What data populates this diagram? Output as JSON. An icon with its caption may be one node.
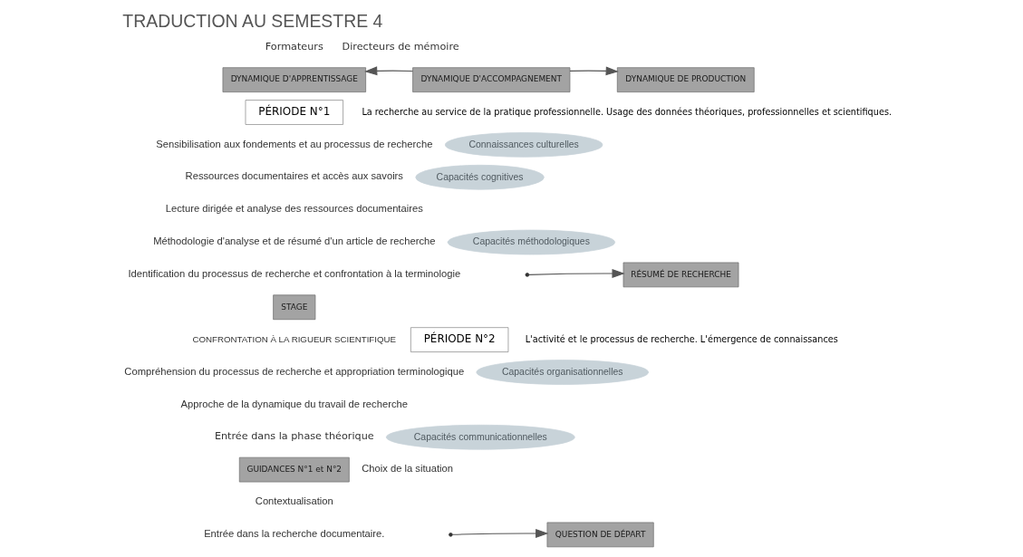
{
  "diagram": {
    "title": "TRADUCTION AU SEMESTRE 4",
    "nodes": [
      {
        "text": [
          "DYNAMIQUE D'APPRENTISSAGE"
        ]
      },
      {
        "text": [
          "DYNAMIQUE D'ACCOMPAGNEMENT"
        ]
      },
      {
        "text": [
          "DYNAMIQUE DE PRODUCTION"
        ]
      },
      {
        "text": [
          "PÉRIODE N°1"
        ],
        "beside": [
          "La recherche au service de la pratique professionnelle. Usage des données théoriques, professionnelles et scientifiques."
        ]
      },
      {
        "text": [
          "Connaissances culturelles"
        ]
      },
      {
        "text": [
          "Capacités cognitives"
        ]
      },
      {
        "text": [
          "Capacités méthodologiques"
        ]
      },
      {
        "text": [
          "RÉSUMÉ DE RECHERCHE"
        ]
      },
      {
        "text": [
          "STAGE"
        ]
      },
      {
        "text": [
          "PÉRIODE N°2"
        ],
        "beside": [
          "L'activité et le processus de recherche. L'émergence de connaissances"
        ]
      },
      {
        "text": [
          "Capacités organisationnelles"
        ]
      },
      {
        "text": [
          "Capacités communicationnelles"
        ]
      },
      {
        "text": [
          "GUIDANCES N°1 et N°2"
        ]
      },
      {
        "text": [
          "QUESTION DE DÉPART"
        ]
      }
    ],
    "edges": [
      {
        "from": 1,
        "to": 0,
        "arrow": "to"
      },
      {
        "from": 1,
        "to": 2,
        "arrow": "to"
      },
      {
        "from": null,
        "to": 7,
        "arrow": "to"
      },
      {
        "from": null,
        "to": 13,
        "arrow": "to"
      }
    ],
    "labels": [
      "Formateurs",
      "Directeurs de mémoire",
      "Sensibilisation aux fondements et au processus de recherche",
      "Ressources documentaires et accès aux savoirs",
      "Lecture dirigée et analyse des ressources documentaires",
      "Méthodologie d'analyse et de résumé d'un article de recherche",
      "Identification du processus de recherche et confrontation à la terminologie",
      "CONFRONTATION À LA RIGUEUR SCIENTIFIQUE",
      "Compréhension du processus de recherche et appropriation terminologique",
      "Approche de la dynamique du travail de recherche",
      "Entrée dans la phase théorique",
      "Choix de la situation",
      "Contextualisation",
      "Entrée dans la recherche documentaire."
    ]
  }
}
